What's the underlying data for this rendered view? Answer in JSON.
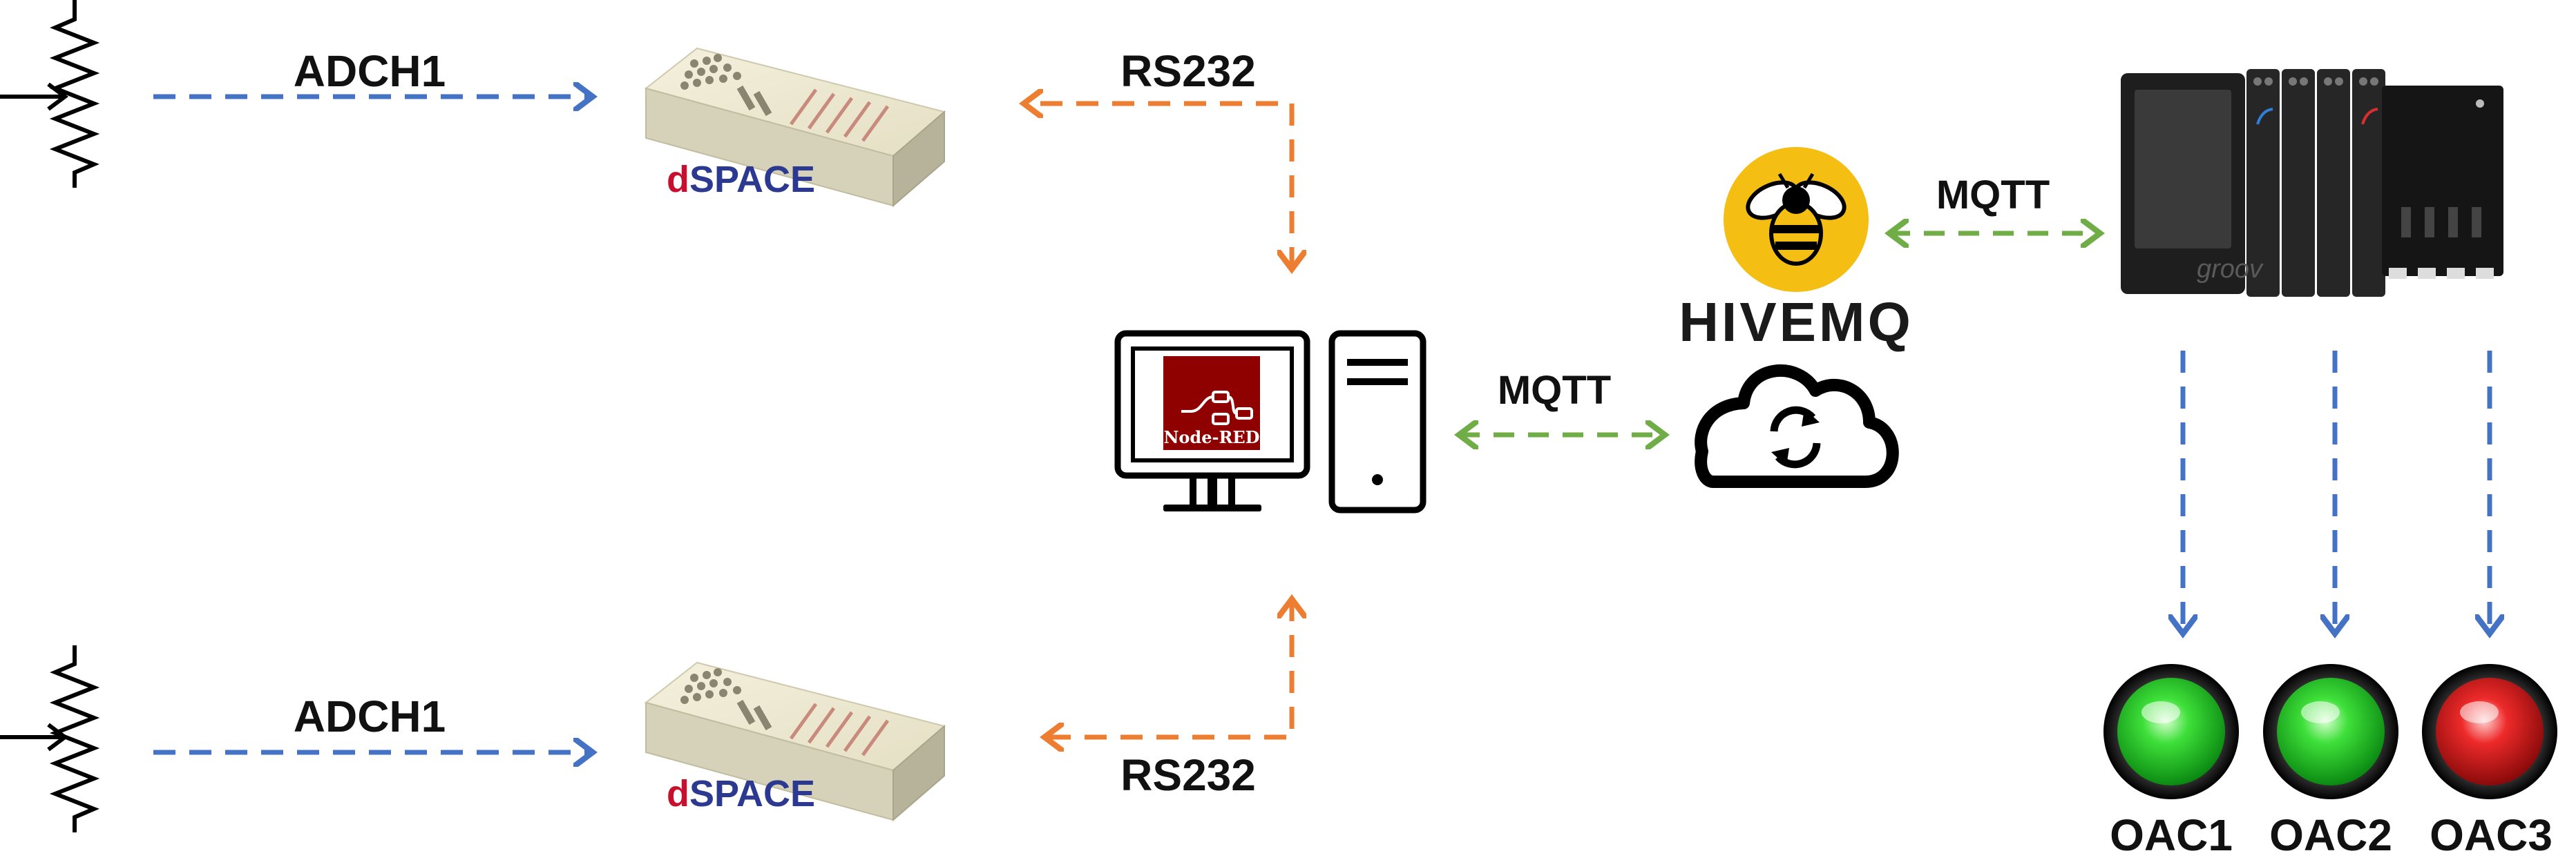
{
  "links": {
    "adc_top": "ADCH1",
    "adc_bottom": "ADCH1",
    "rs232_top": "RS232",
    "rs232_bottom": "RS232",
    "mqtt_pc_cloud": "MQTT",
    "mqtt_broker_controller": "MQTT"
  },
  "devices": {
    "dspace_brand_top": "dSPACE",
    "dspace_brand_bottom": "dSPACE",
    "node_red_label": "Node-RED",
    "broker_name": "HIVEMQ",
    "controller_brand": "groov"
  },
  "outputs": [
    {
      "label": "OAC1",
      "state": "green"
    },
    {
      "label": "OAC2",
      "state": "green"
    },
    {
      "label": "OAC3",
      "state": "red"
    }
  ],
  "colors": {
    "analog_link": "#4472C4",
    "serial_link": "#ED7D31",
    "mqtt_link": "#70AD47",
    "node_red": "#8F0000",
    "hivemq_yellow": "#F5BE12",
    "dspace_d": "#C8102E",
    "dspace_text": "#2B3990",
    "lamp_green": "#1FBF1F",
    "lamp_red": "#D71515"
  }
}
